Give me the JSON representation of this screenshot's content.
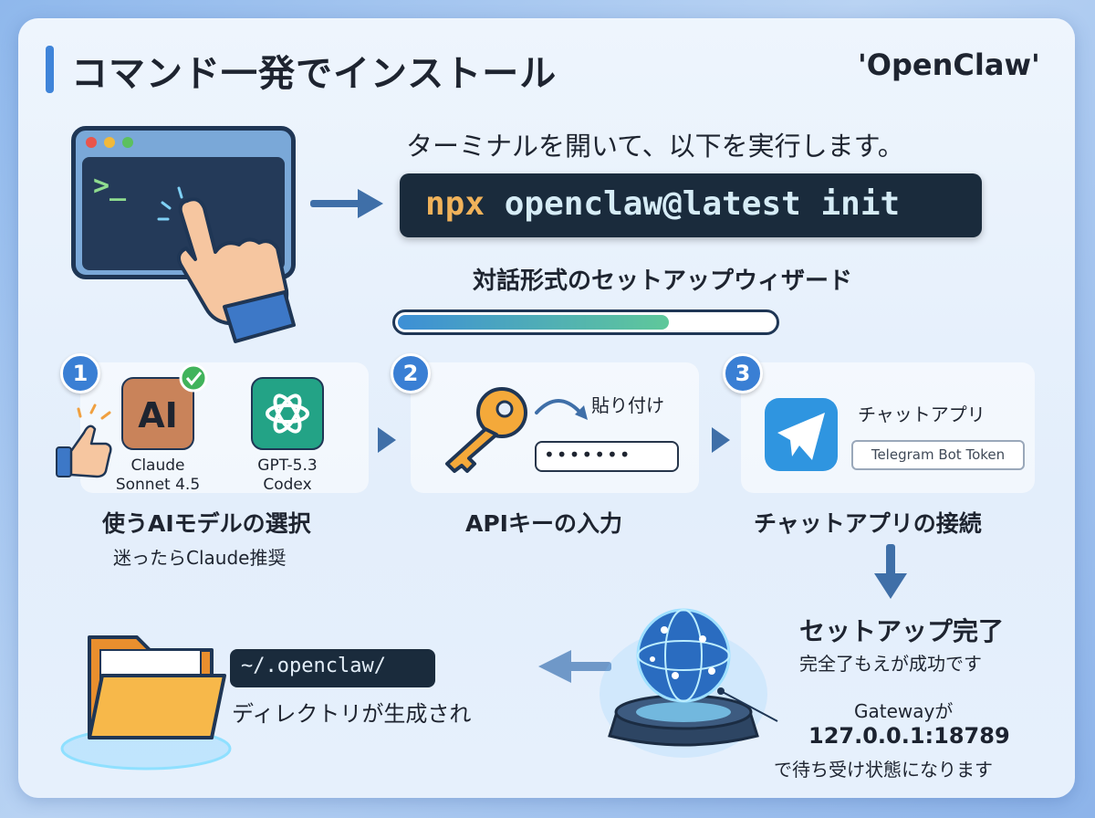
{
  "header": {
    "title": "コマンド一発でインストール",
    "brand": "'OpenClaw'"
  },
  "command_section": {
    "instruction": "ターミナルを開いて、以下を実行します。",
    "command_prefix": "npx",
    "command_rest": "openclaw@latest init",
    "prompt_glyph": ">_"
  },
  "wizard": {
    "title": "対話形式のセットアップウィザード",
    "progress": 0.72
  },
  "steps": [
    {
      "number": "1",
      "caption": "使うAIモデルの選択",
      "sub": "迷ったらClaude推奨",
      "models": [
        {
          "logo": "AI",
          "line1": "Claude",
          "line2": "Sonnet 4.5"
        },
        {
          "line1": "GPT-5.3",
          "line2": "Codex"
        }
      ]
    },
    {
      "number": "2",
      "caption": "APIキーの入力",
      "paste_label": "貼り付け",
      "masked_value": "•••••••"
    },
    {
      "number": "3",
      "caption": "チャットアプリの接続",
      "app_label": "チャットアプリ",
      "token_label": "Telegram Bot Token"
    }
  ],
  "completion": {
    "title": "セットアップ完了",
    "sub": "完全了もえが成功です",
    "gateway_line1": "Gatewayが",
    "gateway_address": "127.0.0.1:18789",
    "gateway_line3": "で待ち受け状態になります"
  },
  "directory": {
    "path": "~/.openclaw/",
    "caption": "ディレクトリが生成され"
  },
  "colors": {
    "accent": "#3a7fd4",
    "dark": "#1a2b3c",
    "orange": "#f0b25a",
    "green": "#5fc89a"
  }
}
